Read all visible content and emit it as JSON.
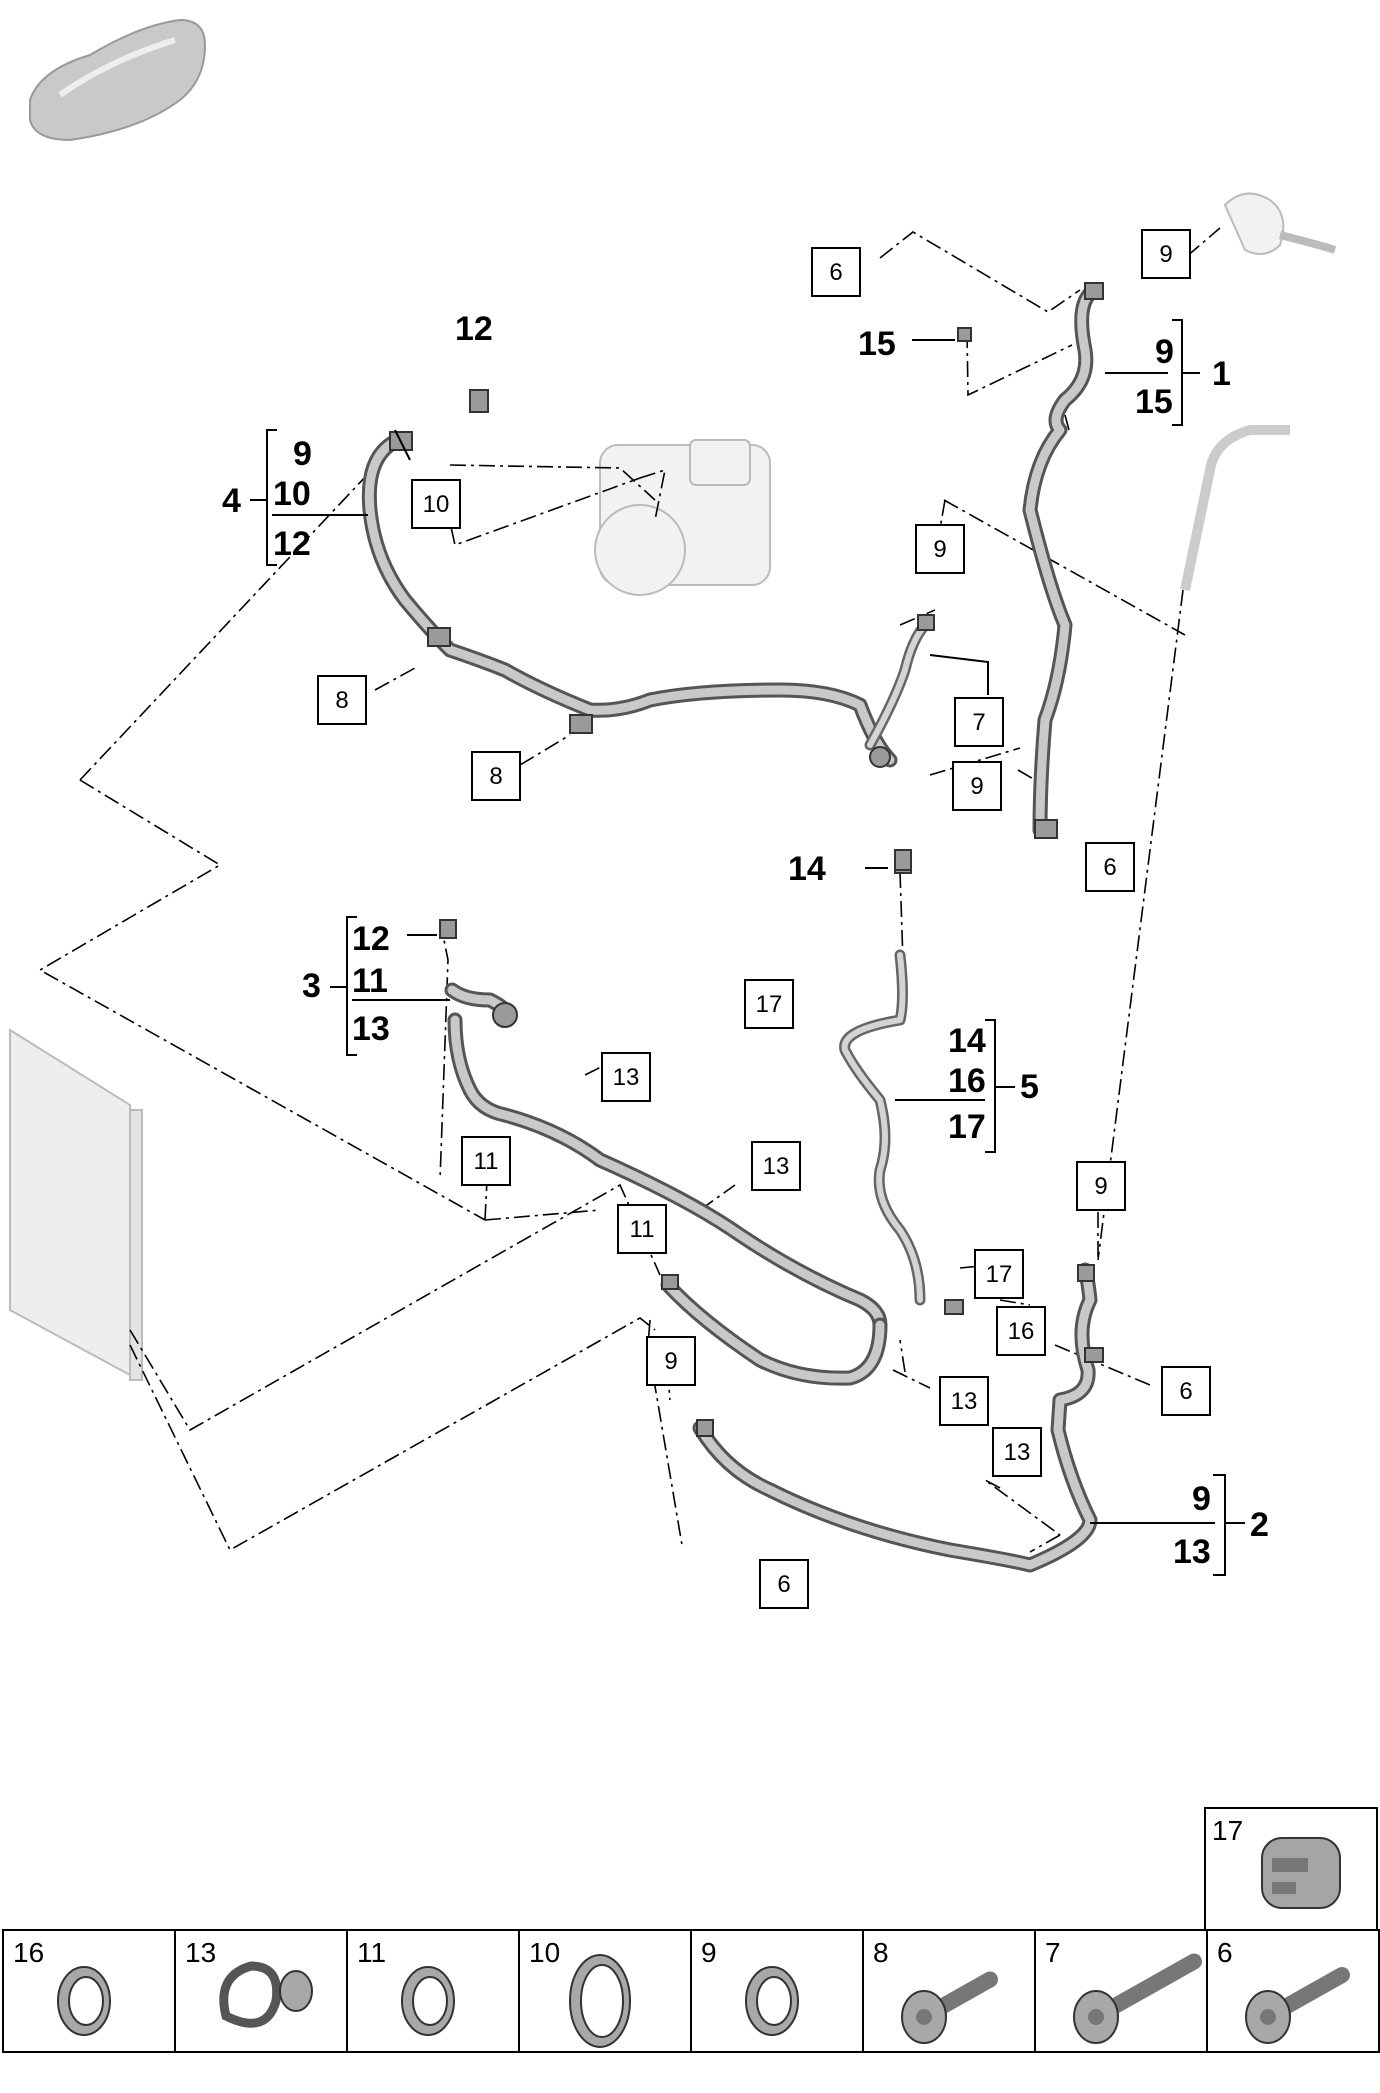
{
  "callouts": {
    "c1": "6",
    "c2": "9",
    "c3": "9",
    "c4": "7",
    "c5": "9",
    "c6": "6",
    "c7": "10",
    "c8": "8",
    "c9": "8",
    "c10": "13",
    "c11": "11",
    "c12": "13",
    "c13": "11",
    "c14": "17",
    "c15": "17",
    "c16": "16",
    "c17": "9",
    "c18": "9",
    "c19": "13",
    "c20": "6",
    "c21": "13",
    "c22": "6"
  },
  "labels": {
    "l1": "12",
    "l2": "15",
    "l3": "14"
  },
  "groups": {
    "g1": {
      "num": "1",
      "items": [
        "9",
        "15"
      ]
    },
    "g2": {
      "num": "2",
      "items": [
        "9",
        "13"
      ]
    },
    "g3": {
      "num": "3",
      "items": [
        "12",
        "11",
        "13"
      ]
    },
    "g4": {
      "num": "4",
      "items": [
        "9",
        "10",
        "12"
      ]
    },
    "g5": {
      "num": "5",
      "items": [
        "14",
        "16",
        "17"
      ]
    }
  },
  "parts_legend": [
    {
      "num": "16",
      "icon": "sealing-ring-icon"
    },
    {
      "num": "13",
      "icon": "hose-clip-icon"
    },
    {
      "num": "11",
      "icon": "sealing-ring-icon"
    },
    {
      "num": "10",
      "icon": "sealing-ring-large-icon"
    },
    {
      "num": "9",
      "icon": "sealing-ring-icon"
    },
    {
      "num": "8",
      "icon": "hex-bolt-short-icon"
    },
    {
      "num": "7",
      "icon": "hex-bolt-long-icon"
    },
    {
      "num": "6",
      "icon": "hex-bolt-icon"
    }
  ],
  "parts_legend_top": {
    "num": "17",
    "icon": "cap-icon"
  }
}
